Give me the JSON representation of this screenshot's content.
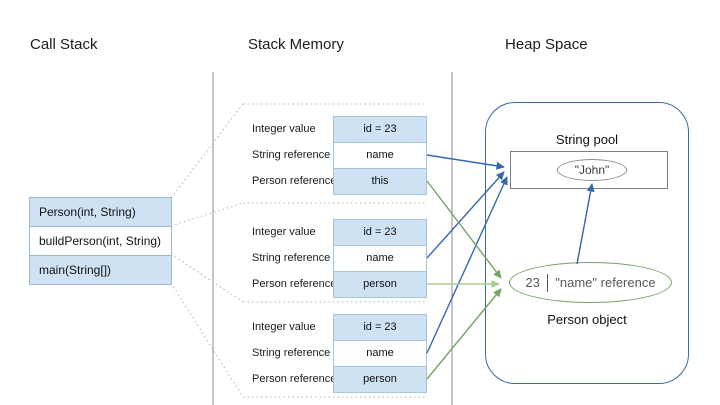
{
  "titles": {
    "call_stack": "Call Stack",
    "stack_memory": "Stack Memory",
    "heap_space": "Heap Space"
  },
  "call_stack": {
    "frames": [
      {
        "label": "Person(int, String)"
      },
      {
        "label": "buildPerson(int, String)"
      },
      {
        "label": "main(String[])"
      }
    ]
  },
  "stack_memory": {
    "frames": [
      {
        "rows": [
          {
            "label": "Integer value",
            "value": "id = 23"
          },
          {
            "label": "String reference",
            "value": "name"
          },
          {
            "label": "Person reference",
            "value": "this"
          }
        ]
      },
      {
        "rows": [
          {
            "label": "Integer value",
            "value": "id = 23"
          },
          {
            "label": "String reference",
            "value": "name"
          },
          {
            "label": "Person reference",
            "value": "person"
          }
        ]
      },
      {
        "rows": [
          {
            "label": "Integer value",
            "value": "id = 23"
          },
          {
            "label": "String reference",
            "value": "name"
          },
          {
            "label": "Person reference",
            "value": "person"
          }
        ]
      }
    ]
  },
  "heap": {
    "string_pool": {
      "label": "String pool",
      "string_value": "\"John\""
    },
    "person_object": {
      "label": "Person object",
      "id_value": "23",
      "ref_value": "\"name\" reference"
    }
  },
  "colors": {
    "cell_fill": "#cfe2f3",
    "cell_border": "#a5c4de",
    "blue_arrow": "#3568b0",
    "green_arrow": "#74a562",
    "green_arrow_light": "#a8cf96",
    "heap_border": "#3d6aa5"
  }
}
